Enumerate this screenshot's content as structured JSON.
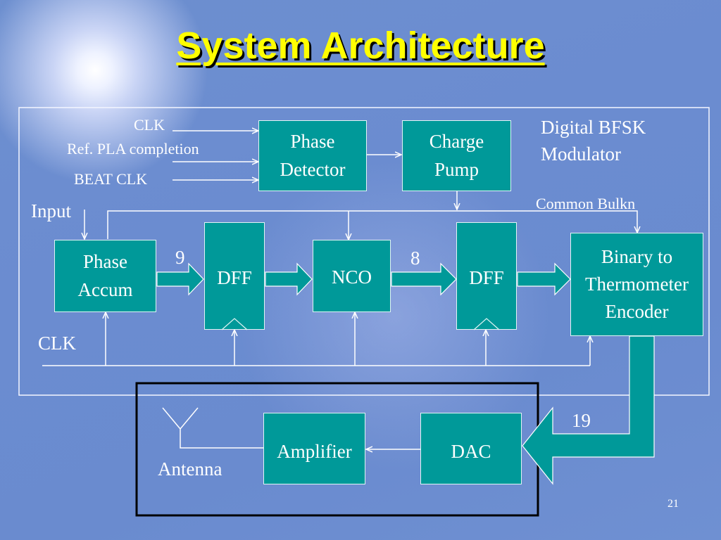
{
  "slide": {
    "title": "System Architecture",
    "page_number": "21"
  },
  "diagram": {
    "caption": "Digital BFSK Modulator",
    "inputs": {
      "clk": "CLK",
      "ref_pla": "Ref. PLA completion",
      "beat_clk": "BEAT CLK",
      "input": "Input",
      "clk_main": "CLK",
      "common_bulkn": "Common Bulkn"
    },
    "blocks": {
      "phase_detector": "Phase Detector",
      "charge_pump": "Charge Pump",
      "phase_accum": "Phase Accum",
      "dff1": "DFF",
      "nco": "NCO",
      "dff2": "DFF",
      "encoder": "Binary to Thermometer Encoder",
      "amplifier": "Amplifier",
      "dac": "DAC"
    },
    "bus_widths": {
      "accum_to_dff": "9",
      "nco_to_dff": "8",
      "encoder_to_dac": "19"
    },
    "antenna_label": "Antenna",
    "colors": {
      "block_fill": "#009999",
      "title": "#ffff00"
    }
  }
}
